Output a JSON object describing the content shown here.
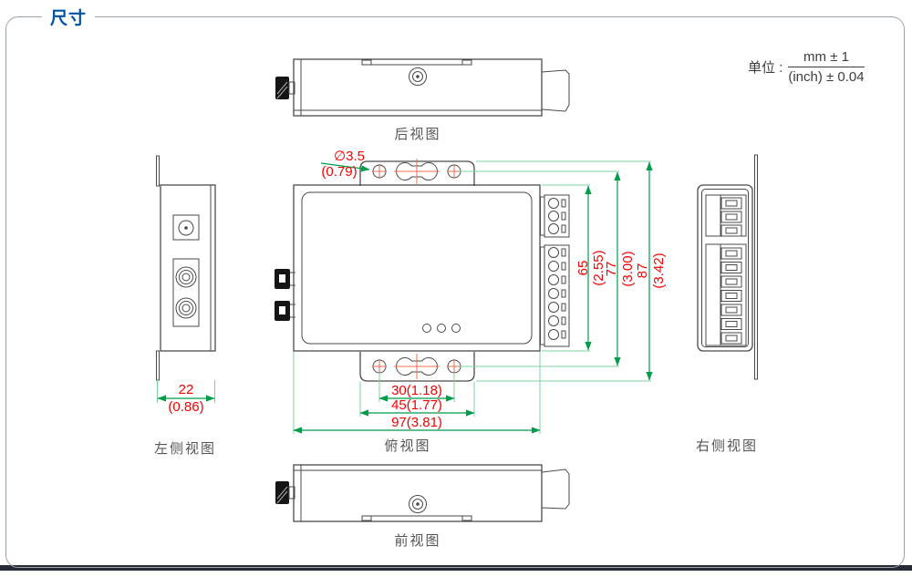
{
  "page": {
    "title": "尺寸",
    "unit_label": "单位 :",
    "unit_mm": "mm ± 1",
    "unit_inch": "(inch) ± 0.04"
  },
  "views": {
    "rear": "后视图",
    "front": "前视图",
    "left": "左侧视图",
    "top": "俯视图",
    "right": "右侧视图"
  },
  "dimensions": {
    "hole_dia_mm": "∅3.5",
    "hole_dia_inch": "(0.79)",
    "depth_mm": "22",
    "depth_inch": "(0.86)",
    "hole_span": "30(1.18)",
    "flange_span": "45(1.77)",
    "overall_width": "97(3.81)",
    "body_height_mm": "65",
    "body_height_inch": "(2.55)",
    "hole_height_mm": "77",
    "hole_height_inch": "(3.00)",
    "overall_height_mm": "87",
    "overall_height_inch": "(3.42)"
  },
  "colors": {
    "accent_blue": "#0053a4",
    "dimension_green": "#009c49",
    "dimension_red": "#f40000",
    "outline_gray": "#4a4a4a"
  }
}
